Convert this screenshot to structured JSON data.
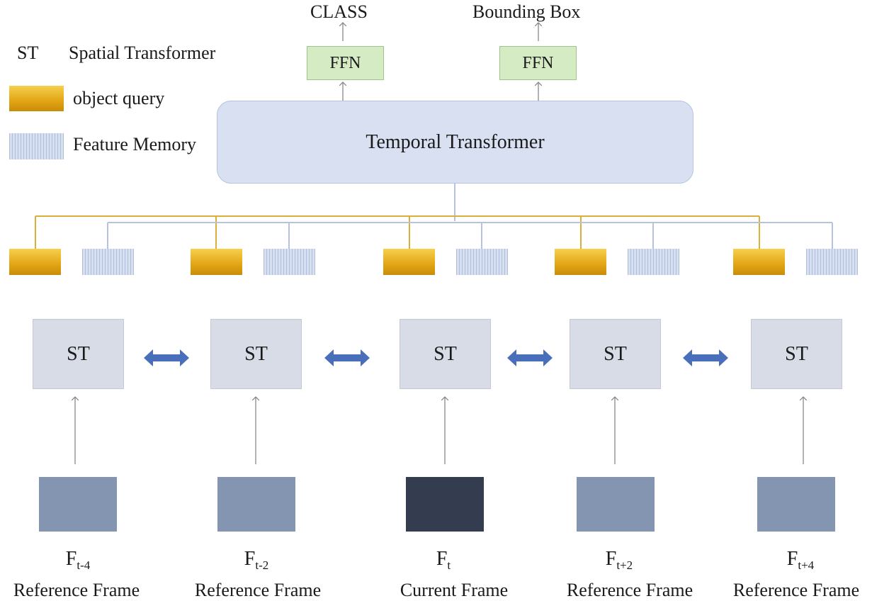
{
  "legend": {
    "st_abbr": "ST",
    "st_text": "Spatial Transformer",
    "query_text": "object query",
    "memory_text": "Feature Memory"
  },
  "outputs": {
    "class_label": "CLASS",
    "bbox_label": "Bounding Box",
    "ffn_label": "FFN"
  },
  "temporal_transformer": {
    "label": "Temporal Transformer"
  },
  "spatial_transformers": [
    "ST",
    "ST",
    "ST",
    "ST",
    "ST"
  ],
  "frames": [
    {
      "name": "F",
      "sub": "t-4",
      "caption": "Reference Frame",
      "color": "#8395b0"
    },
    {
      "name": "F",
      "sub": "t-2",
      "caption": "Reference Frame",
      "color": "#8395b0"
    },
    {
      "name": "F",
      "sub": "t",
      "caption": "Current Frame",
      "color": "#333d4f"
    },
    {
      "name": "F",
      "sub": "t+2",
      "caption": "Reference Frame",
      "color": "#8395b0"
    },
    {
      "name": "F",
      "sub": "t+4",
      "caption": "Reference Frame",
      "color": "#8395b0"
    }
  ],
  "colors": {
    "query_line": "#d9b13a",
    "memory_line": "#b7c3dc",
    "double_arrow": "#4a6fba",
    "arrow_gray": "#888888"
  }
}
